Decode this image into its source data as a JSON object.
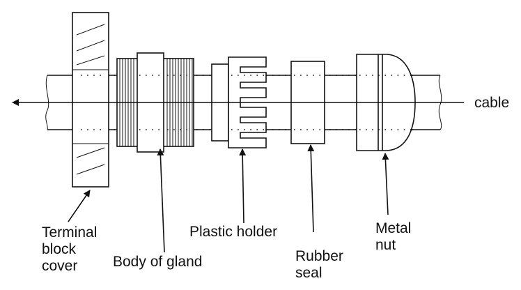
{
  "labels": {
    "cable": "cable",
    "terminal_block_cover": [
      "Terminal",
      "block",
      "cover"
    ],
    "body_of_gland": "Body of gland",
    "plastic_holder": "Plastic holder",
    "rubber_seal": [
      "Rubber",
      "seal"
    ],
    "metal_nut": [
      "Metal",
      "nut"
    ]
  },
  "colors": {
    "line": "#111111",
    "background": "#ffffff"
  }
}
